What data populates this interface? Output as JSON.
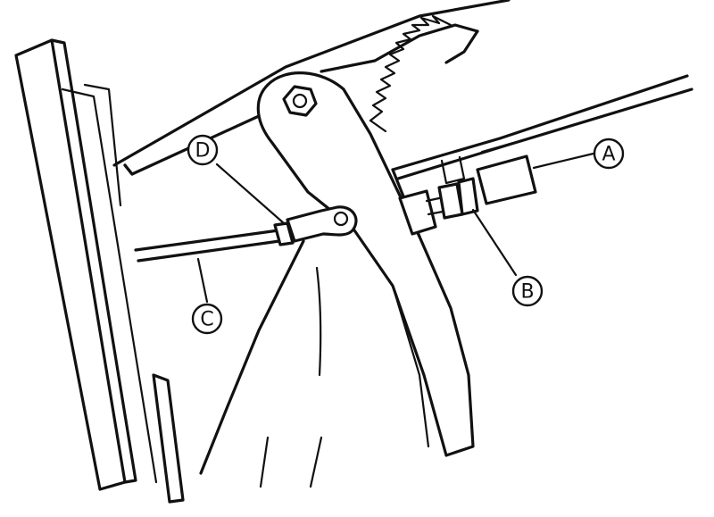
{
  "callouts": {
    "a": "A",
    "b": "B",
    "c": "C",
    "d": "D"
  },
  "colors": {
    "ink": "#111111",
    "paper": "#ffffff"
  }
}
